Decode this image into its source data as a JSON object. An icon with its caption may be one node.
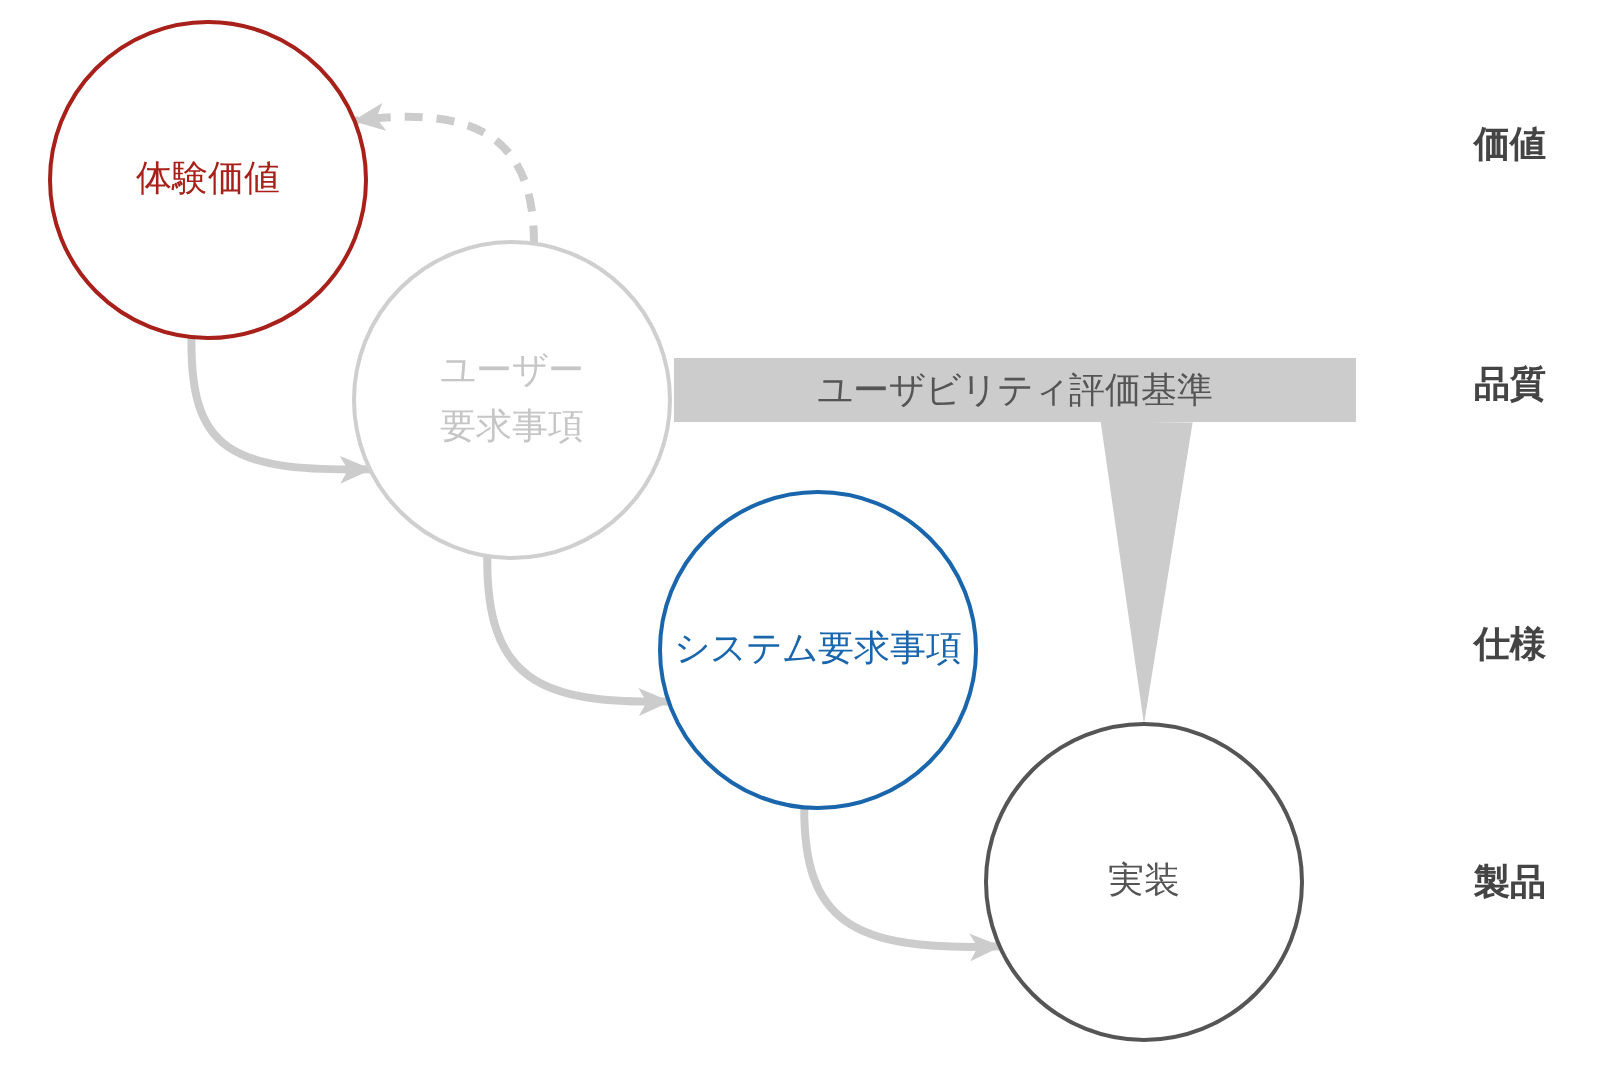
{
  "diagram": {
    "nodes": [
      {
        "text": [
          "体験価値"
        ]
      },
      {
        "text": [
          "ユーザー要求事項"
        ]
      },
      {
        "text": [
          "ユーザビリティ評価基準"
        ]
      },
      {
        "text": [
          "システム要求事項"
        ]
      },
      {
        "text": [
          "実装"
        ]
      }
    ],
    "edges": [
      {
        "from": 0,
        "to": 1,
        "arrow": "to"
      },
      {
        "from": 1,
        "to": 0,
        "arrow": "to",
        "style": "dashed"
      },
      {
        "from": 1,
        "to": 3,
        "arrow": "to"
      },
      {
        "from": 3,
        "to": 4,
        "arrow": "to"
      },
      {
        "from": 2,
        "to": 4,
        "arrow": "to",
        "style": "thick"
      }
    ],
    "labels": [
      "価値",
      "品質",
      "仕様",
      "製品"
    ]
  }
}
